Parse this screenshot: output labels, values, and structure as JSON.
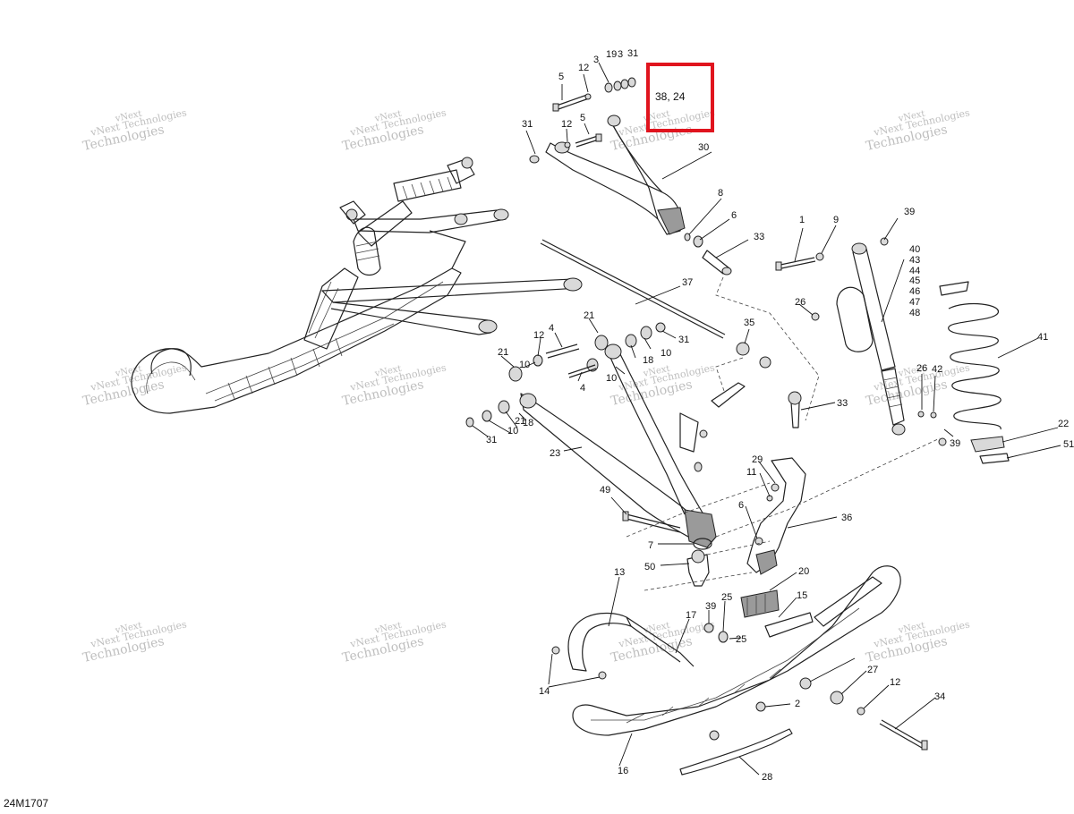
{
  "diagram": {
    "reference_code": "24M1707",
    "highlight_label": "38, 24",
    "watermark_text_1": "vNext Technologies",
    "watermark_text_2": "vNext",
    "watermark_text_3": "Technologies",
    "callouts": [
      "5",
      "12",
      "3",
      "19",
      "3",
      "31",
      "31",
      "12",
      "5",
      "30",
      "8",
      "6",
      "33",
      "1",
      "9",
      "39",
      "40",
      "43",
      "44",
      "45",
      "46",
      "47",
      "48",
      "26",
      "37",
      "21",
      "12",
      "4",
      "31",
      "10",
      "21",
      "10",
      "18",
      "4",
      "10",
      "35",
      "33",
      "41",
      "26",
      "42",
      "22",
      "51",
      "39",
      "21",
      "10",
      "31",
      "18",
      "23",
      "29",
      "11",
      "6",
      "49",
      "36",
      "7",
      "50",
      "20",
      "13",
      "25",
      "15",
      "17",
      "39",
      "25",
      "14",
      "27",
      "12",
      "34",
      "2",
      "16",
      "28"
    ]
  }
}
